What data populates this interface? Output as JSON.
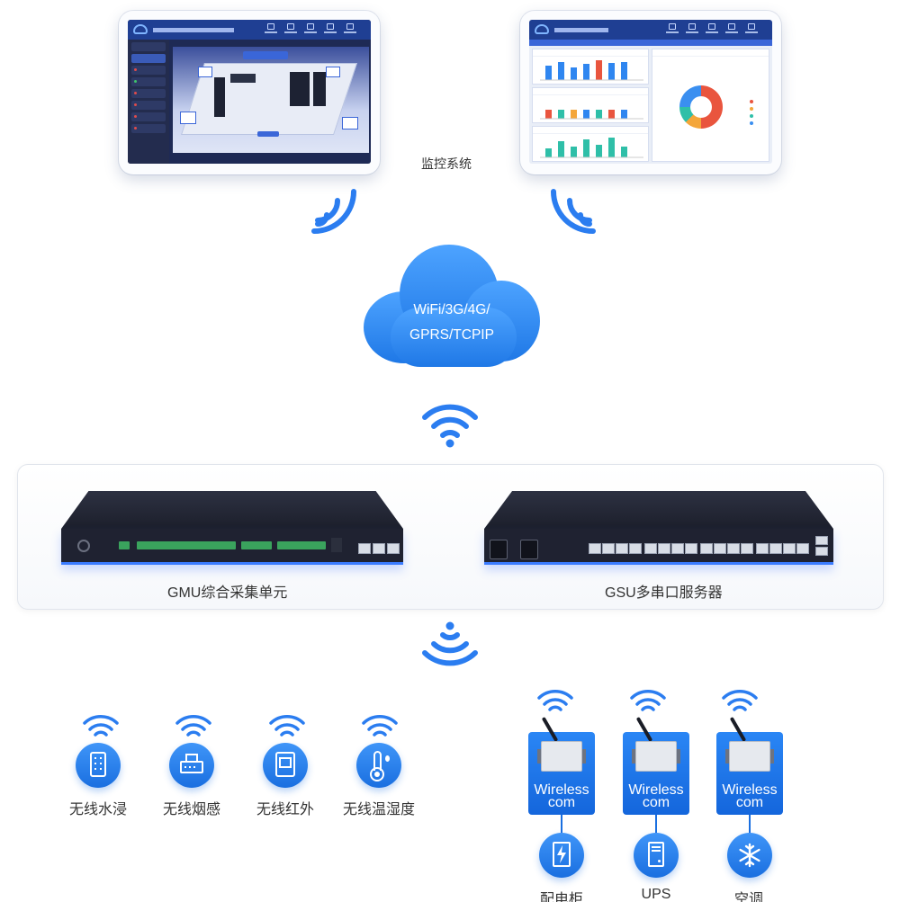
{
  "colors": {
    "accent": "#1f78e6",
    "wifi": "#2b7df0",
    "panel_bg": "#f6f8fb"
  },
  "monitoring": {
    "caption": "监控系统",
    "left_screen": {
      "icon": "monitoring-dashboard-floorplan"
    },
    "right_screen": {
      "icon": "monitoring-dashboard-charts"
    }
  },
  "cloud": {
    "line1": "WiFi/3G/4G/",
    "line2": "GPRS/TCPIP"
  },
  "devices": {
    "gmu_label": "GMU综合采集单元",
    "gsu_label": "GSU多串口服务器"
  },
  "sensors": [
    {
      "label": "无线水浸",
      "icon": "water-leak-sensor-icon"
    },
    {
      "label": "无线烟感",
      "icon": "smoke-detector-icon"
    },
    {
      "label": "无线红外",
      "icon": "infrared-sensor-icon"
    },
    {
      "label": "无线温湿度",
      "icon": "thermometer-icon"
    }
  ],
  "wireless_modules": [
    {
      "line1": "Wireless",
      "line2": "com",
      "label": "配电柜",
      "icon": "power-cabinet-icon"
    },
    {
      "line1": "Wireless",
      "line2": "com",
      "label": "UPS",
      "icon": "ups-icon"
    },
    {
      "line1": "Wireless",
      "line2": "com",
      "label": "空调",
      "icon": "snowflake-icon"
    }
  ]
}
